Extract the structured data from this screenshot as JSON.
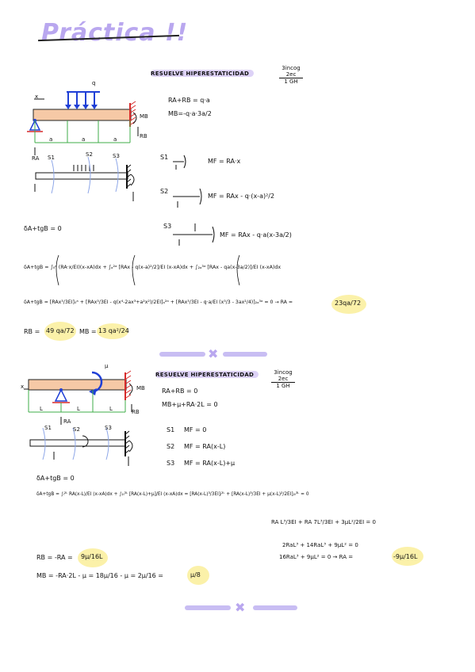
{
  "title": "Práctica !!",
  "section1": {
    "heading": "RESUELVE HIPERESTATICIDAD",
    "note": [
      "3incog",
      "2ec",
      "1 GH"
    ],
    "load_label": "q",
    "span_labels": [
      "a",
      "a",
      "a"
    ],
    "support_labels": {
      "ra": "RA",
      "mb": "MB",
      "rb": "RB",
      "x": "x"
    },
    "eq1": "RA+RB = q·a",
    "eq2": "MB=-q·a·3a/2",
    "cut_labels": [
      "S1",
      "S2",
      "S3"
    ],
    "s1_label": "S1",
    "s1_eq": "MF = RA·x",
    "s2_label": "S2",
    "s2_eq": "MF = RAx - q·(x-a)²/2",
    "s3_label": "S3",
    "s3_eq": "MF = RAx - q·a(x-3a/2)",
    "compat": "δA+tgB = 0",
    "integral_line": "δA+tgB = ∫₀ᵃ (RA·x/EI)(x-xA)dx + ∫ₐ²ᵃ [RAx - q(x-a)²/2]/EI (x-xA)dx + ∫₂ₐ³ᵃ [RAx - qa(x-3a/2)]/EI (x-xA)dx",
    "eval_line": "δA+tgB = [RAx³/3EI]₀ᵃ + [RAx³/3EI - q(x⁴-2ax³+a²x²)/2EI]ₐ²ᵃ + [RAx³/3EI - q·a/EI (x³/3 - 3ax²/4)]₂ₐ³ᵃ = 0 → RA =",
    "ra_result": "23qa/72",
    "rb_label": "RB =",
    "rb_result": "49 qa/72",
    "mb_label": "MB =",
    "mb_result": "13 qa²/24"
  },
  "section2": {
    "heading": "RESUELVE HIPERESTATICIDAD",
    "note": [
      "3incog",
      "2ec",
      "1 GH"
    ],
    "moment_label": "μ",
    "span_labels": [
      "L",
      "L",
      "L"
    ],
    "support_labels": {
      "ra": "RA",
      "mb": "MB",
      "rb": "RB",
      "x": "x"
    },
    "eq1": "RA+RB = 0",
    "eq2": "MB+μ+RA·2L = 0",
    "cut_labels": [
      "S1",
      "S2",
      "S3"
    ],
    "s1_label": "S1",
    "s1_eq": "MF = 0",
    "s2_label": "S2",
    "s2_eq": "MF = RA(x-L)",
    "s3_label": "S3",
    "s3_eq": "MF = RA(x-L)+μ",
    "compat": "δA+tgB = 0",
    "integral_line": "δA+tgB = ∫ₗ²ᴸ RA(x-L)/EI (x-xA)dx + ∫₂ₗ³ᴸ [RA(x-L)+μ]/EI (x-xA)dx = [RA(x-L)³/3EI]ₗ²ᴸ + [RA(x-L)³/3EI + μ(x-L)²/2EI]₂ₗ³ᴸ = 0",
    "step1": "RA L³/3EI + RA 7L³/3EI + 3μL²/2EI = 0",
    "step2": "2RaL³ + 14RaL³ + 9μL² = 0",
    "step3": "16RaL³ + 9μL² = 0 → RA =",
    "ra_result": "-9μ/16L",
    "rb_label": "RB = -RA =",
    "rb_result": "9μ/16L",
    "mb_line": "MB = -RA·2L - μ = 18μ/16 - μ = 2μ/16 =",
    "mb_result": "μ/8"
  },
  "colors": {
    "beam_fill": "#f6c9a6",
    "green": "#3fae49",
    "blue": "#1f3fd6",
    "red": "#d62a2a",
    "highlight_yellow": "#fbf1a9",
    "highlight_purple": "#ddd2f7",
    "title_purple": "#b9a7ef"
  }
}
